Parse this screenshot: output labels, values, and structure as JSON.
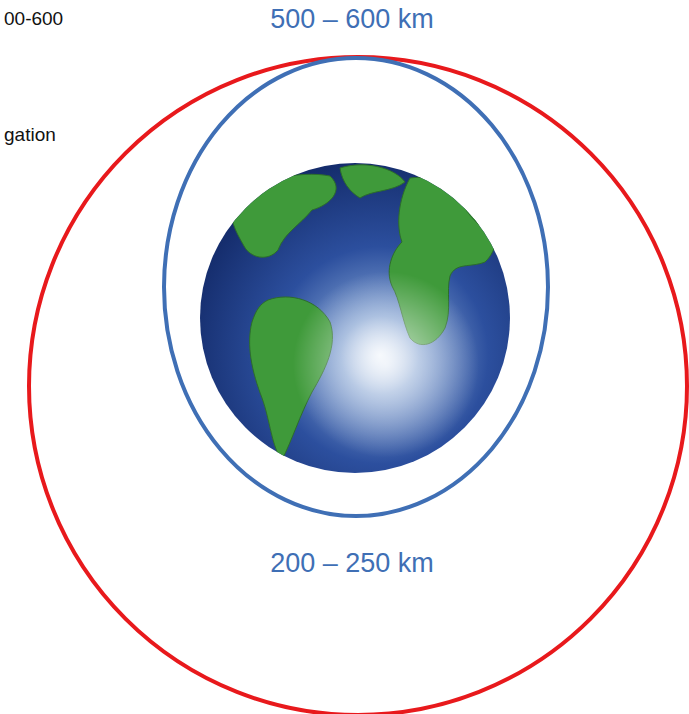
{
  "diagram": {
    "labels": [
      "00-600",
      "500 – 600 km",
      "gation",
      "200 – 250 km"
    ]
  }
}
